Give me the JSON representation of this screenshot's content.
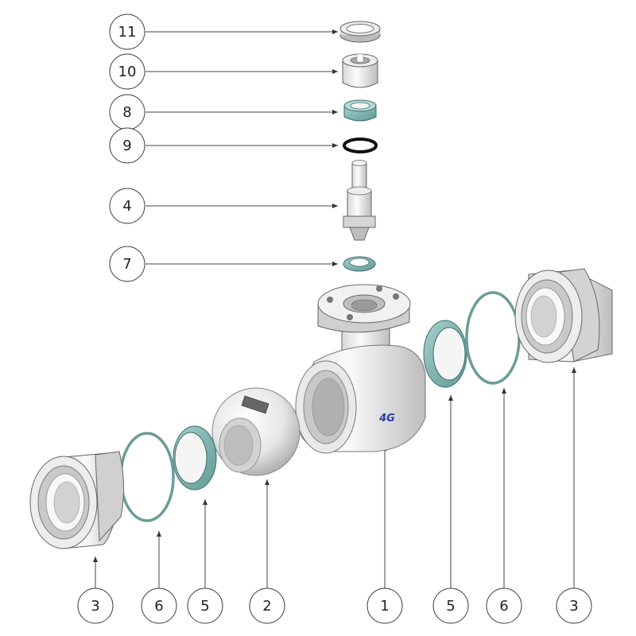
{
  "diagram": {
    "callouts": [
      {
        "id": "c11",
        "label": "11"
      },
      {
        "id": "c10",
        "label": "10"
      },
      {
        "id": "c8",
        "label": "8"
      },
      {
        "id": "c9",
        "label": "9"
      },
      {
        "id": "c4",
        "label": "4"
      },
      {
        "id": "c7",
        "label": "7"
      },
      {
        "id": "c3a",
        "label": "3"
      },
      {
        "id": "c6a",
        "label": "6"
      },
      {
        "id": "c5a",
        "label": "5"
      },
      {
        "id": "c2",
        "label": "2"
      },
      {
        "id": "c1",
        "label": "1"
      },
      {
        "id": "c5b",
        "label": "5"
      },
      {
        "id": "c6b",
        "label": "6"
      },
      {
        "id": "c3b",
        "label": "3"
      }
    ],
    "logo_text": "4G",
    "colors": {
      "metal_light": "#f2f2f2",
      "metal_mid": "#c8c8c8",
      "metal_dark": "#8a8a8a",
      "seat_teal": "#7fb5b0",
      "oring_black": "#111111",
      "logo_blue": "#2a3fa8"
    }
  }
}
